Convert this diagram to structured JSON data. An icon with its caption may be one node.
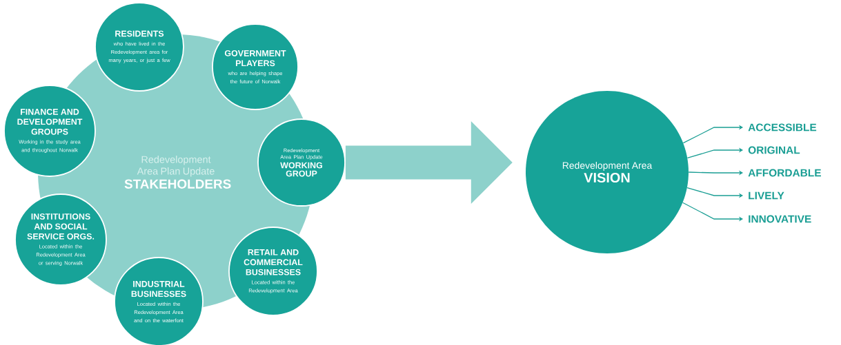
{
  "diagram": {
    "nodes": [
      {
        "text": [
          "Redevelopment Area Plan Update",
          "STAKEHOLDERS"
        ]
      },
      {
        "text": [
          "RESIDENTS",
          "who have lived in the Redevelopment area for many years, or just a few"
        ]
      },
      {
        "text": [
          "GOVERNMENT PLAYERS",
          "who are helping shape the future of Norwalk"
        ]
      },
      {
        "text": [
          "FINANCE AND DEVELOPMENT GROUPS",
          "Working in the study area and throughout Norwalk"
        ]
      },
      {
        "text": [
          "Redevelopment Area Plan Update",
          "WORKING GROUP"
        ]
      },
      {
        "text": [
          "INSTITUTIONS AND SOCIAL SERVICE ORGS.",
          "Located within the Redevelopment Area or serving Norwalk"
        ]
      },
      {
        "text": [
          "RETAIL AND COMMERCIAL BUSINESSES",
          "Located within the Redevelopment Area"
        ]
      },
      {
        "text": [
          "INDUSTRIAL BUSINESSES",
          "Located within the Redevelopment Area and on the waterfont"
        ]
      },
      {
        "text": [
          "Redevelopment Area",
          "VISION"
        ]
      },
      {
        "text": [
          "ACCESSIBLE"
        ]
      },
      {
        "text": [
          "ORIGINAL"
        ]
      },
      {
        "text": [
          "AFFORDABLE"
        ]
      },
      {
        "text": [
          "LIVELY"
        ]
      },
      {
        "text": [
          "INNOVATIVE"
        ]
      }
    ],
    "edges": [
      {
        "from": 4,
        "to": 8,
        "arrow": "to",
        "style": "thick",
        "color": "#8dd1cb"
      },
      {
        "from": 8,
        "to": 9,
        "arrow": "to"
      },
      {
        "from": 8,
        "to": 10,
        "arrow": "to"
      },
      {
        "from": 8,
        "to": 11,
        "arrow": "to"
      },
      {
        "from": 8,
        "to": 12,
        "arrow": "to"
      },
      {
        "from": 8,
        "to": 13,
        "arrow": "to"
      }
    ]
  }
}
